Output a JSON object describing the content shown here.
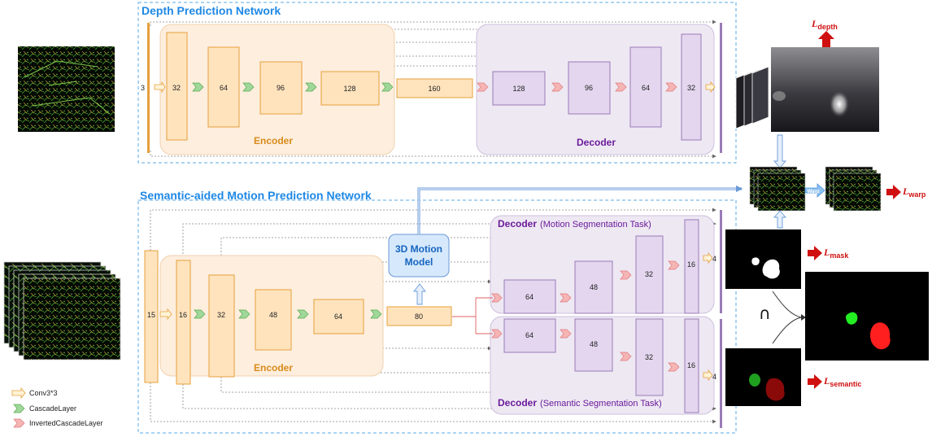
{
  "depth": {
    "title": "Depth Prediction Network",
    "input_channels": "3",
    "output_channels": "3",
    "encoder_channels": [
      "32",
      "64",
      "96",
      "128",
      "160"
    ],
    "decoder_channels": [
      "128",
      "96",
      "64",
      "32"
    ],
    "encoder_label": "Encoder",
    "decoder_label": "Decoder"
  },
  "motion": {
    "title": "Semantic-aided Motion Prediction Network",
    "input_channels": "15",
    "encoder_channels": [
      "16",
      "32",
      "48",
      "64",
      "80"
    ],
    "motion_decoder_channels": [
      "64",
      "48",
      "32",
      "16"
    ],
    "semantic_decoder_channels": [
      "64",
      "48",
      "32",
      "16"
    ],
    "output_motion": "4",
    "output_semantic": "4",
    "encoder_label": "Encoder",
    "decoder_label": "Decoder",
    "motion_task": "(Motion Segmentation Task)",
    "semantic_task": "(Semantic Segmentation Task)",
    "motion_model_line1": "3D Motion",
    "motion_model_line2": "Model"
  },
  "intersection_symbol": "∩",
  "warp_label": "Warp",
  "losses": {
    "depth": {
      "L": "L",
      "sub": "depth"
    },
    "warp": {
      "L": "L",
      "sub": "warp"
    },
    "mask": {
      "L": "L",
      "sub": "mask"
    },
    "semantic": {
      "L": "L",
      "sub": "semantic"
    }
  },
  "legend": [
    "Conv3*3",
    "CascadeLayer",
    "InvertedCascadeLayer"
  ],
  "colors": {
    "title": "#1e88e5",
    "encoder_fill": "#fdeede",
    "encoder_block": "#ffe3bd",
    "encoder_stroke": "#e6a03c",
    "decoder_fill": "#eee8f3",
    "decoder_block": "#e3d6ee",
    "decoder_stroke": "#9b7bb8",
    "cascade": "#9fd89a",
    "inverted_cascade": "#f6b5b5",
    "loss": "#d01010"
  }
}
